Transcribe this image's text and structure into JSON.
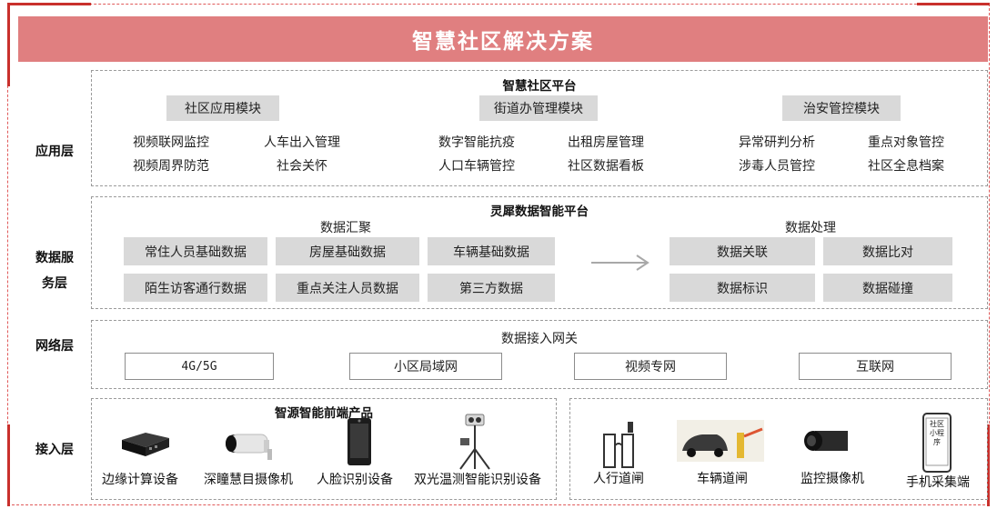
{
  "title": "智慧社区解决方案",
  "layers": {
    "application": "应用层",
    "data_service_line1": "数据服",
    "data_service_line2": "务层",
    "network": "网络层",
    "access": "接入层"
  },
  "application_platform": {
    "title": "智慧社区平台",
    "modules": [
      {
        "name": "社区应用模块",
        "items": [
          "视频联网监控",
          "人车出入管理",
          "视频周界防范",
          "社会关怀"
        ]
      },
      {
        "name": "街道办管理模块",
        "items": [
          "数字智能抗疫",
          "出租房屋管理",
          "人口车辆管控",
          "社区数据看板"
        ]
      },
      {
        "name": "治安管控模块",
        "items": [
          "异常研判分析",
          "重点对象管控",
          "涉毒人员管控",
          "社区全息档案"
        ]
      }
    ]
  },
  "data_platform": {
    "title": "灵犀数据智能平台",
    "aggregation_title": "数据汇聚",
    "aggregation_items": [
      "常住人员基础数据",
      "房屋基础数据",
      "车辆基础数据",
      "陌生访客通行数据",
      "重点关注人员数据",
      "第三方数据"
    ],
    "processing_title": "数据处理",
    "processing_items": [
      "数据关联",
      "数据比对",
      "数据标识",
      "数据碰撞"
    ]
  },
  "network": {
    "title": "数据接入网关",
    "items": [
      "4G/5G",
      "小区局域网",
      "视频专网",
      "互联网"
    ]
  },
  "access": {
    "left_title": "智源智能前端产品",
    "left_devices": [
      "边缘计算设备",
      "深瞳慧目摄像机",
      "人脸识别设备",
      "双光温测智能识别设备"
    ],
    "right_devices": [
      "人行道闸",
      "车辆道闸",
      "监控摄像机",
      "手机采集端"
    ],
    "phone_screen_text": [
      "社区",
      "小程",
      "序"
    ]
  }
}
